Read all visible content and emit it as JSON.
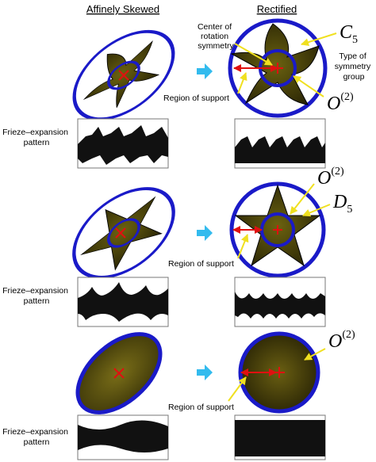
{
  "headers": {
    "left": "Affinely Skewed",
    "right": "Rectified"
  },
  "labels": {
    "center_of_rotation": [
      "Center of",
      "rotation",
      "symmetry"
    ],
    "type_of_symmetry": [
      "Type of",
      "symmetry",
      "group"
    ],
    "region_of_support": "Region of support",
    "frieze_expansion": [
      "Frieze–expansion",
      "pattern"
    ]
  },
  "symmetry_groups": {
    "row1_group": {
      "base": "C",
      "sub": "5"
    },
    "row1_sub_group": {
      "base": "O",
      "sup": "(2)"
    },
    "row2_group": {
      "base": "D",
      "sub": "5"
    },
    "row2_sub_group": {
      "base": "O",
      "sup": "(2)"
    },
    "row3_group": {
      "base": "O",
      "sup": "(2)"
    }
  },
  "colors": {
    "ellipse_outline": "#1a1ac8",
    "shape_fill": "#3a3408",
    "shape_glow": "#6b6210",
    "center_mark": "#e01010",
    "arrow_red": "#e01010",
    "callout_yellow": "#f0e020",
    "transition_arrow": "#33bbee"
  }
}
